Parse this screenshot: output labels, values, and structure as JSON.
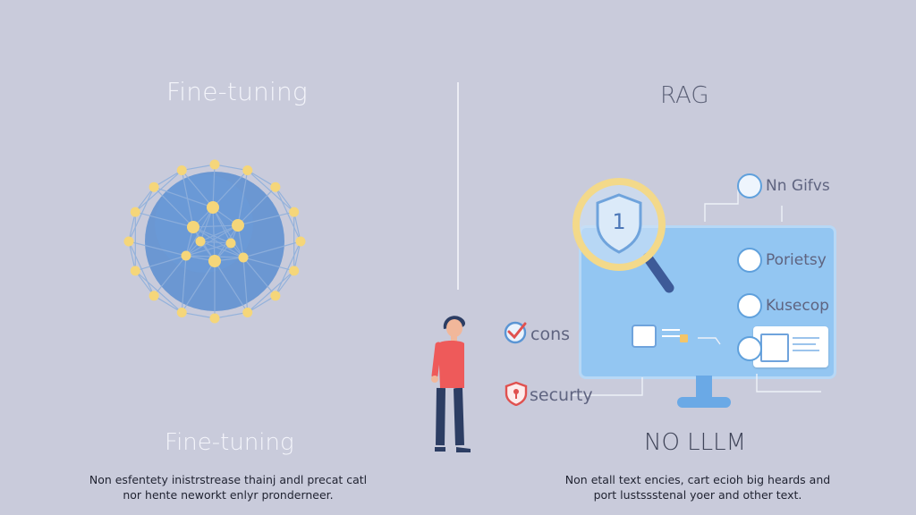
{
  "left": {
    "title_top": "Fine-tuning",
    "title_bottom": "Fine-tuning",
    "caption_line1": "Non esfentety inistrstrease thainj andl precat catl",
    "caption_line2": "nor hente neworkt enlyr pronderneer."
  },
  "right": {
    "title_top": "RAG",
    "title_bottom": "NO LLLM",
    "caption_line1": "Non etall text encies, cart ecioh big heards and",
    "caption_line2": "port lustssstenal yoer and other text.",
    "shield_number": "1",
    "labels": {
      "nn_gifs": "Nn Gifvs",
      "porietsy": "Porietsy",
      "kusecop": "Kusecop",
      "cons": "cons",
      "security": "securty"
    }
  },
  "colors": {
    "background": "#c9cbdb",
    "sphere": "#5b8ed0",
    "node": "#f5d67a",
    "monitor": "#93c6f2",
    "lens_ring": "#f3d98a",
    "shirt": "#ee5a5a",
    "pants": "#2c3d63"
  }
}
